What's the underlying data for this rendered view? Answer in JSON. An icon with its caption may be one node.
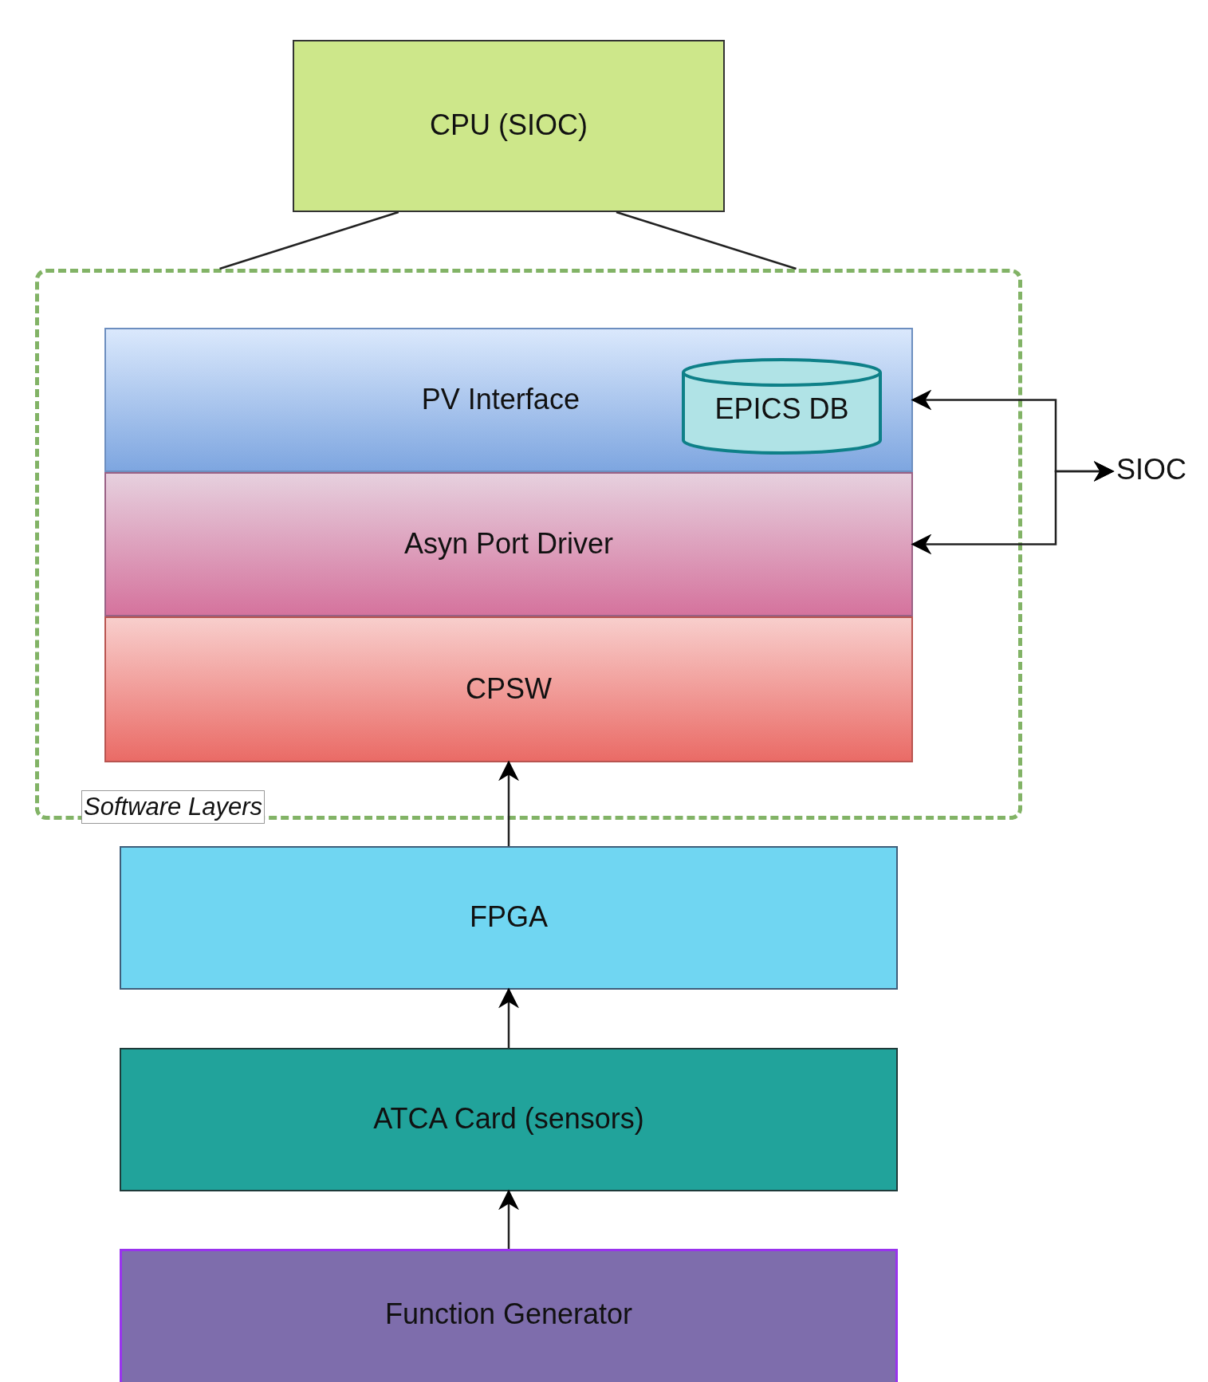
{
  "diagram": {
    "nodes": [
      {
        "text": [
          "CPU (SIOC)"
        ]
      },
      {
        "text": [
          "Software Layers"
        ]
      },
      {
        "text": [
          "PV Interface"
        ],
        "in": 1
      },
      {
        "text": [
          "EPICS DB"
        ],
        "in": 2
      },
      {
        "text": [
          "Asyn Port Driver"
        ],
        "in": 1
      },
      {
        "text": [
          "CPSW"
        ],
        "in": 1
      },
      {
        "text": [
          "SIOC"
        ]
      },
      {
        "text": [
          "FPGA"
        ]
      },
      {
        "text": [
          "ATCA Card (sensors)"
        ]
      },
      {
        "text": [
          "Function Generator"
        ]
      }
    ],
    "edges": [
      {
        "from": 0,
        "to": 1,
        "arrow": "none"
      },
      {
        "from": 0,
        "to": 1,
        "arrow": "none"
      },
      {
        "from": 6,
        "to": 2,
        "arrow": "both"
      },
      {
        "from": 6,
        "to": 4,
        "arrow": "both"
      },
      {
        "from": 7,
        "to": 5,
        "arrow": "to"
      },
      {
        "from": 8,
        "to": 7,
        "arrow": "to"
      },
      {
        "from": 9,
        "to": 8,
        "arrow": "to"
      }
    ]
  }
}
